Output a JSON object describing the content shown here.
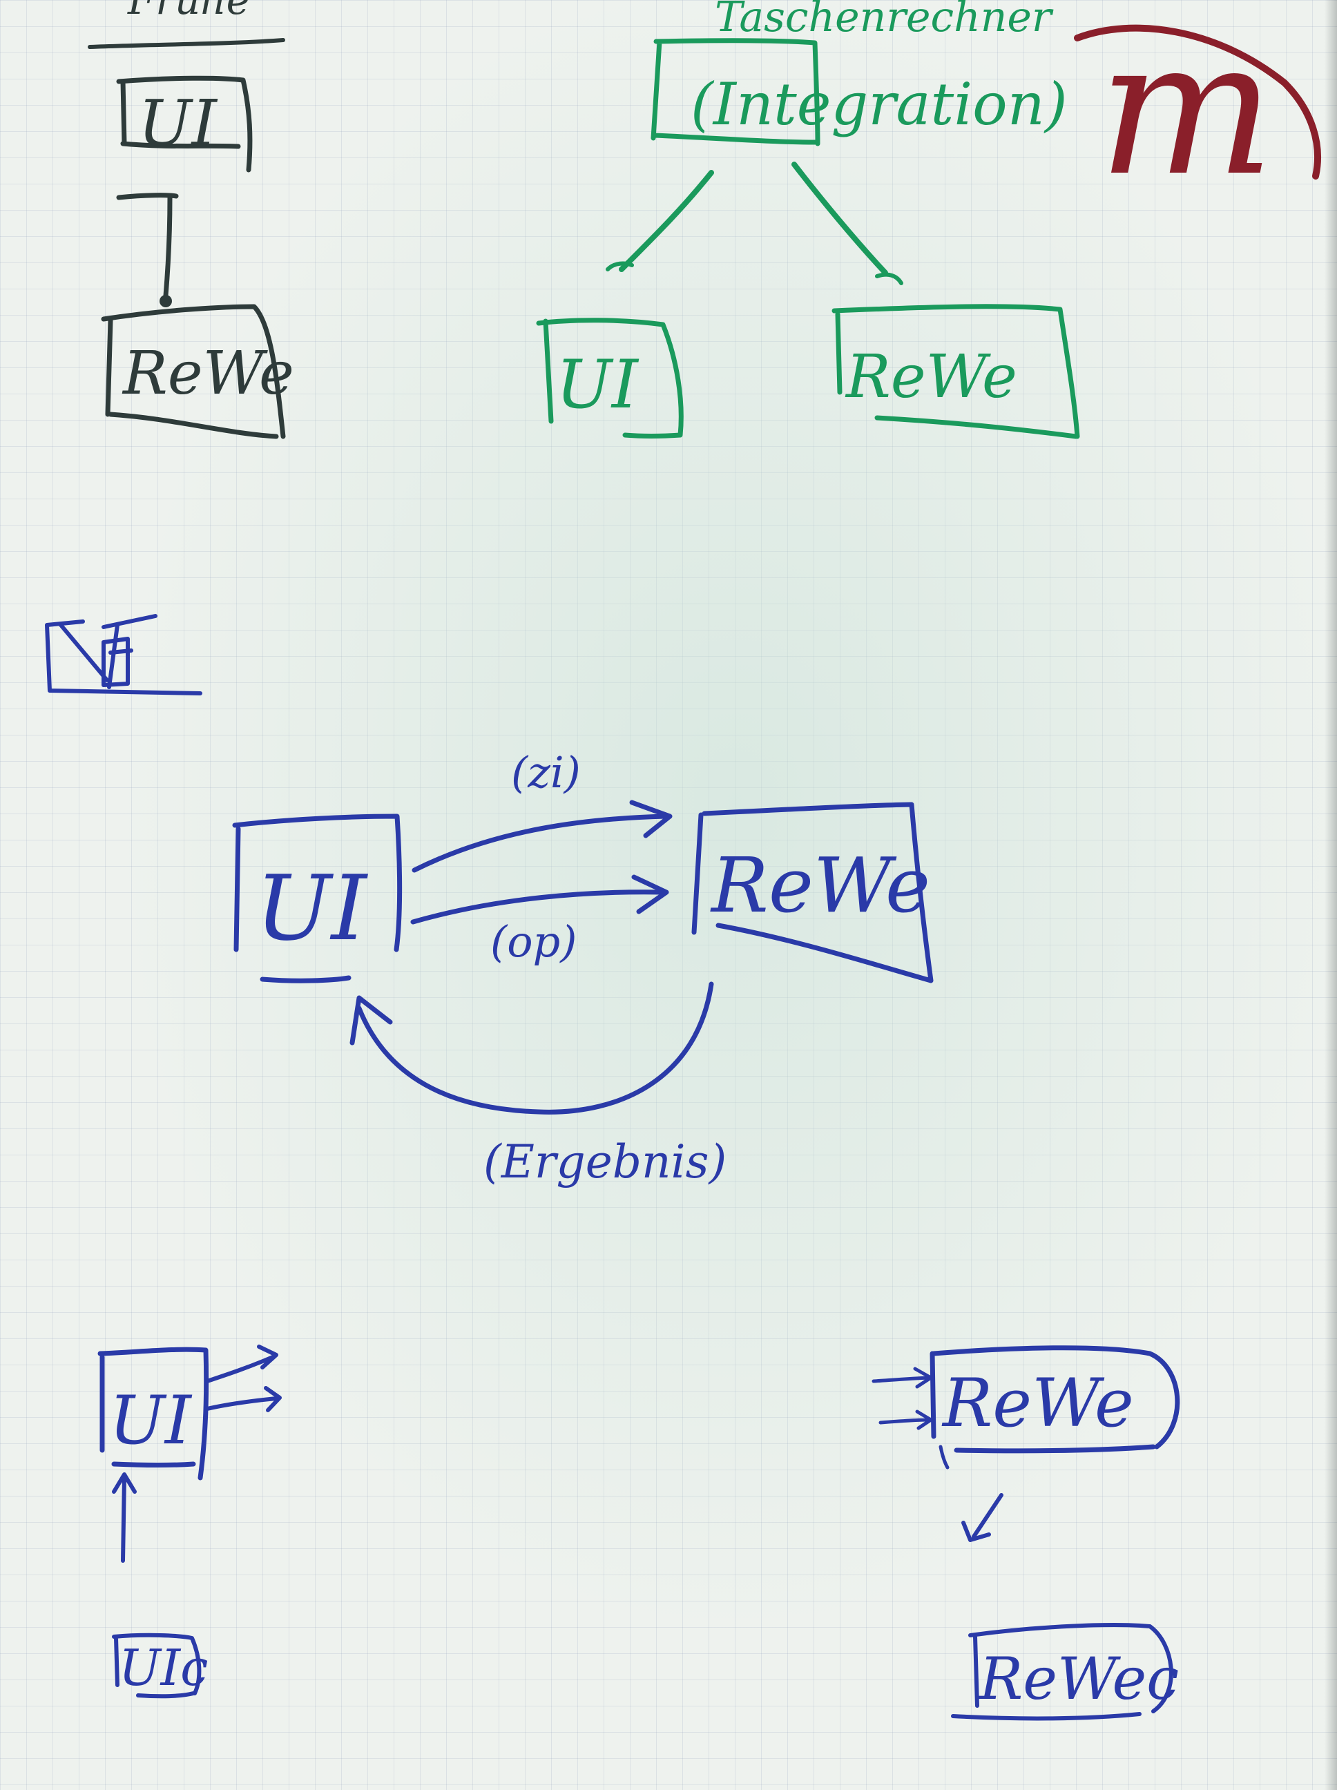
{
  "colors": {
    "paper": "#eef2ee",
    "grid": "#96a5be",
    "ink_black": "#2e3b3a",
    "ink_green": "#1a9a5c",
    "ink_blue": "#2a3aa8",
    "logo": "#8a1f2a"
  },
  "logo": {
    "letter": "m"
  },
  "top_left": {
    "heading": "Frühe",
    "box_top": "UI",
    "box_bottom": "ReWe"
  },
  "top_right": {
    "heading": "Taschenrechner",
    "root_box": "(Integration)",
    "child_left": "UI",
    "child_right": "ReWe"
  },
  "middle": {
    "small_icon": "flow-icon",
    "ui_box": "UI",
    "rewe_box": "ReWe",
    "arrow_label_top": "(zi)",
    "arrow_label_mid": "(op)",
    "arrow_label_back": "(Ergebnis)"
  },
  "bottom_left": {
    "box_top": "UI",
    "box_bottom": "UIc"
  },
  "bottom_right": {
    "box_top": "ReWe",
    "box_bottom": "ReWec"
  }
}
